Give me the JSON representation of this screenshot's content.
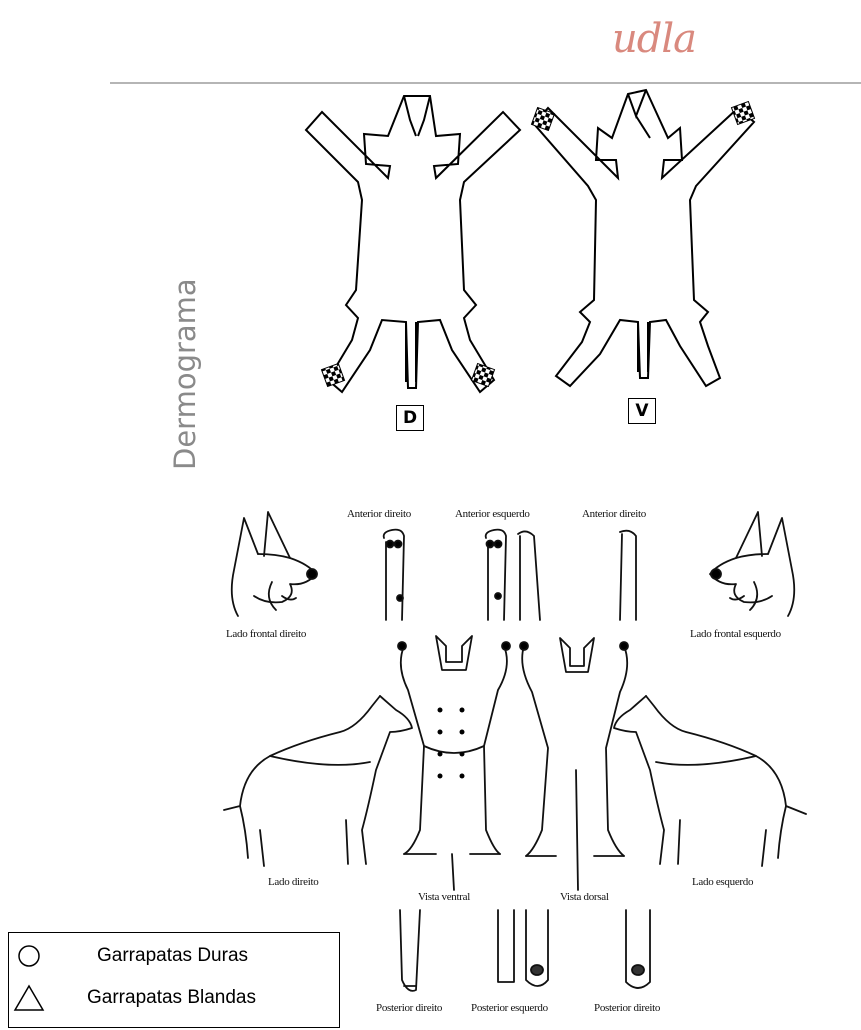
{
  "header": {
    "logo_text": "udla",
    "logo_color": "#d9897e"
  },
  "title": "Dermograma",
  "hides": {
    "dorsal_label": "D",
    "ventral_label": "V"
  },
  "captions": {
    "anterior_direito_1": "Anterior direito",
    "anterior_esquerdo": "Anterior esquerdo",
    "anterior_direito_2": "Anterior direito",
    "lado_frontal_direito": "Lado frontal direito",
    "lado_frontal_esquerdo": "Lado frontal esquerdo",
    "lado_direito": "Lado direito",
    "lado_esquerdo": "Lado esquerdo",
    "vista_ventral": "Vista ventral",
    "vista_dorsal": "Vista dorsal",
    "posterior_direito_1": "Posterior direito",
    "posterior_esquerdo": "Posterior esquerdo",
    "posterior_direito_2": "Posterior direito"
  },
  "legend": {
    "items": [
      {
        "icon": "circle-icon",
        "label": "Garrapatas Duras"
      },
      {
        "icon": "triangle-icon",
        "label": "Garrapatas Blandas"
      }
    ]
  }
}
